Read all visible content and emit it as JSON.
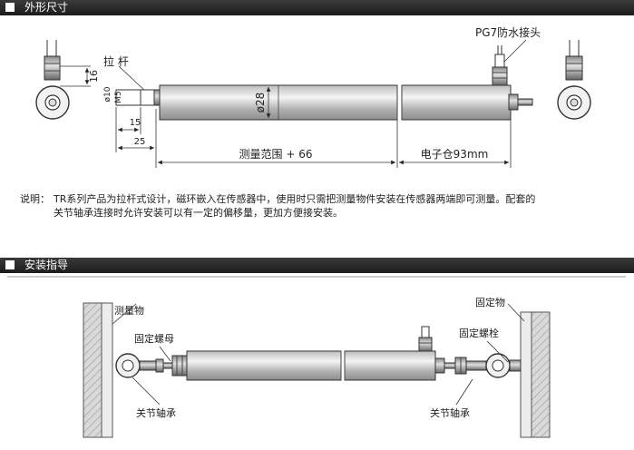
{
  "section1": {
    "title": "外形尺寸"
  },
  "section2": {
    "title": "安装指导"
  },
  "dimensions": {
    "pg7": "PG7防水接头",
    "pull_rod": "拉 杆",
    "d16": "16",
    "phi10": "ø10",
    "m5": "M5",
    "d15": "15",
    "d25": "25",
    "phi28": "ø28",
    "range": "测量范围 + 66",
    "electronics": "电子仓93mm"
  },
  "note": {
    "label": "说明：",
    "line1": "TR系列产品为拉杆式设计，磁环嵌入在传感器中，使用时只需把测量物件安装在传感器两端即可测量。配套的",
    "line2": "关节轴承连接时允许安装可以有一定的偏移量，更加方便接安装。"
  },
  "install": {
    "measured_object": "测量物",
    "fixed_object": "固定物",
    "fixed_nut": "固定螺母",
    "fixed_bolt": "固定螺栓",
    "joint_bearing_left": "关节轴承",
    "joint_bearing_right": "关节轴承"
  }
}
